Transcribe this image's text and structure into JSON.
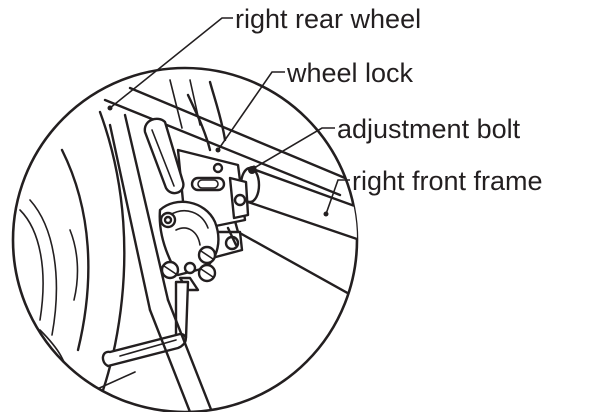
{
  "callouts": {
    "right_rear_wheel": "right rear wheel",
    "wheel_lock": "wheel lock",
    "adjustment_bolt": "adjustment bolt",
    "right_front_frame": "right front frame"
  },
  "colors": {
    "line": "#231f20",
    "background": "#ffffff"
  }
}
